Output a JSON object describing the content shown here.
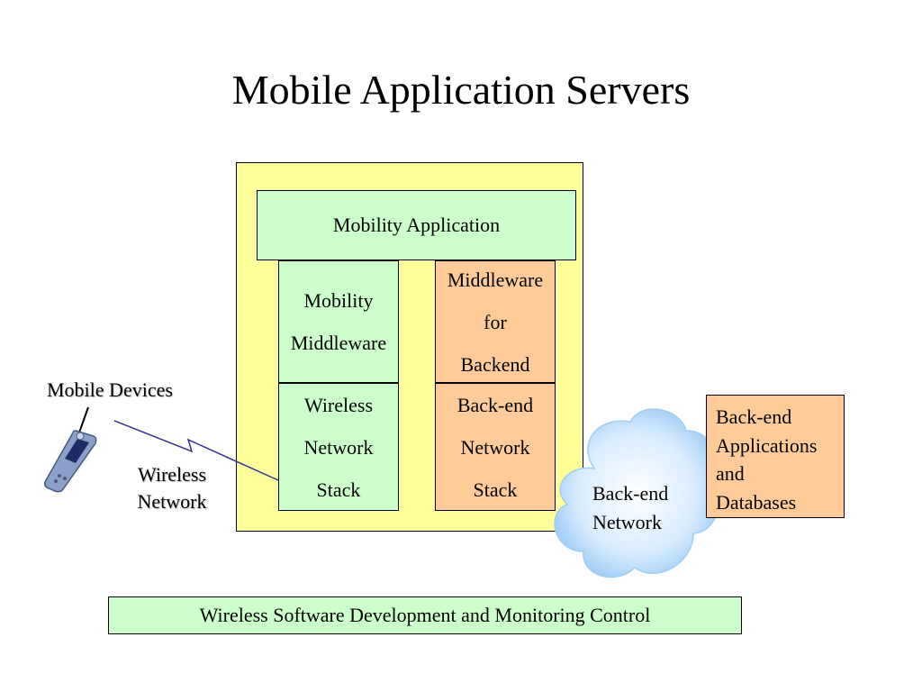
{
  "slide": {
    "title": "Mobile Application Servers"
  },
  "server": {
    "mobility_application": "Mobility Application",
    "mobility_middleware": "Mobility\nMiddleware",
    "middleware_for_backend": "Middleware\nfor\nBackend",
    "wireless_network_stack": "Wireless\nNetwork\nStack",
    "backend_network_stack": "Back-end\nNetwork\nStack"
  },
  "mobile": {
    "devices_label": "Mobile Devices",
    "wireless_network_label": "Wireless\nNetwork"
  },
  "backend": {
    "network_label": "Back-end\nNetwork",
    "apps_label": "Back-end\nApplications\nand\nDatabases"
  },
  "footer": {
    "label": "Wireless Software Development and Monitoring Control"
  },
  "colors": {
    "server_fill": "#ffff99",
    "green_fill": "#ccffcc",
    "orange_fill": "#ffcc99",
    "link_line": "#333399",
    "cloud_fill": "#cfe8ff"
  }
}
